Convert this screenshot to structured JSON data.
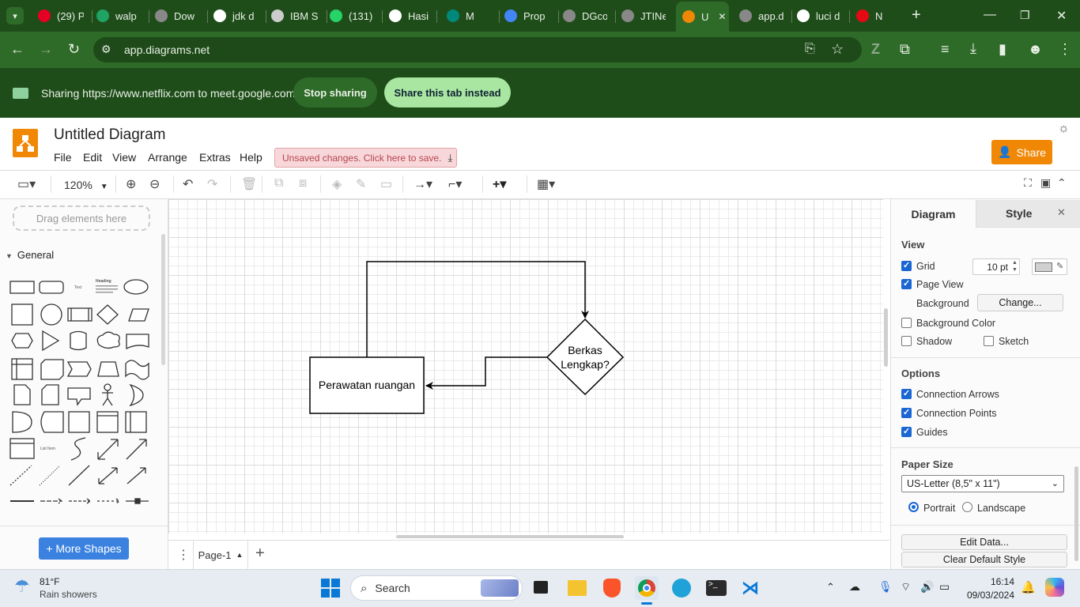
{
  "browser": {
    "tabs": [
      {
        "label": "(29) P",
        "icon": "pinterest-icon",
        "color": "#e60023"
      },
      {
        "label": "walp",
        "icon": "google-drive-icon",
        "color": "#1fa463"
      },
      {
        "label": "Dow",
        "icon": "globe-icon",
        "color": "#888888"
      },
      {
        "label": "jdk d",
        "icon": "google-icon",
        "color": "#ffffff"
      },
      {
        "label": "IBM S",
        "icon": "ibm-icon",
        "color": "#cccccc"
      },
      {
        "label": "(131)",
        "icon": "whatsapp-icon",
        "color": "#25d366"
      },
      {
        "label": "Hasil",
        "icon": "google-icon",
        "color": "#ffffff"
      },
      {
        "label": "M",
        "icon": "meet-icon",
        "color": "#00897b"
      },
      {
        "label": "Prop",
        "icon": "docs-icon",
        "color": "#4285f4"
      },
      {
        "label": "DGco",
        "icon": "globe-icon",
        "color": "#888888"
      },
      {
        "label": "JTINe",
        "icon": "globe-icon",
        "color": "#888888"
      },
      {
        "label": "U",
        "icon": "drawio-icon",
        "color": "#f08705"
      },
      {
        "label": "app.d",
        "icon": "globe-icon",
        "color": "#888888"
      },
      {
        "label": "luci d",
        "icon": "google-icon",
        "color": "#ffffff"
      },
      {
        "label": "N",
        "icon": "netflix-icon",
        "color": "#e50914"
      }
    ],
    "url": "app.diagrams.net",
    "sharing_text": "Sharing https://www.netflix.com to meet.google.com",
    "stop_sharing": "Stop sharing",
    "share_tab": "Share this tab instead"
  },
  "app": {
    "title": "Untitled Diagram",
    "menu": [
      "File",
      "Edit",
      "View",
      "Arrange",
      "Extras",
      "Help"
    ],
    "unsaved": "Unsaved changes. Click here to save.",
    "share": "Share",
    "zoom": "120%"
  },
  "sidebar": {
    "drag_hint": "Drag elements here",
    "section": "General",
    "more_shapes": "+ More Shapes",
    "shape_text": "Text",
    "shape_heading": "Heading",
    "shape_list_item": "List Item"
  },
  "diagram": {
    "process_label": "Perawatan ruangan",
    "decision_line1": "Berkas",
    "decision_line2": "Lengkap?"
  },
  "pages": {
    "current": "Page-1"
  },
  "panel": {
    "tab_diagram": "Diagram",
    "tab_style": "Style",
    "view_head": "View",
    "grid": "Grid",
    "grid_size": "10 pt",
    "page_view": "Page View",
    "background": "Background",
    "change": "Change...",
    "bg_color": "Background Color",
    "shadow": "Shadow",
    "sketch": "Sketch",
    "options_head": "Options",
    "conn_arrows": "Connection Arrows",
    "conn_points": "Connection Points",
    "guides": "Guides",
    "paper_head": "Paper Size",
    "paper_size": "US-Letter (8,5\" x 11\")",
    "portrait": "Portrait",
    "landscape": "Landscape",
    "edit_data": "Edit Data...",
    "clear_style": "Clear Default Style"
  },
  "taskbar": {
    "temp": "81°F",
    "weather": "Rain showers",
    "search": "Search",
    "time": "16:14",
    "date": "09/03/2024"
  }
}
